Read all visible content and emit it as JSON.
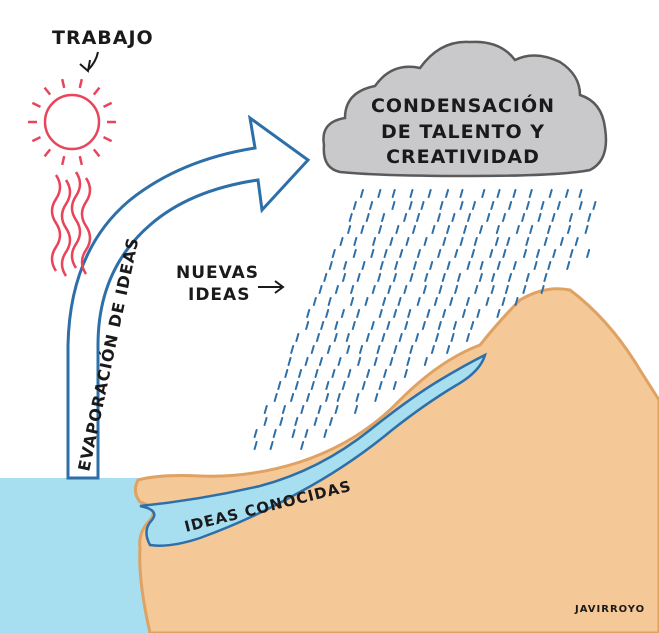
{
  "labels": {
    "work": "TRABAJO",
    "cloud_line1": "CONDENSACIÓN",
    "cloud_line2": "DE TALENTO Y",
    "cloud_line3": "CREATIVIDAD",
    "new_ideas_line1": "NUEVAS",
    "new_ideas_line2": "IDEAS",
    "evaporation": "EVAPORACIÓN DE IDEAS",
    "known_ideas": "IDEAS CONOCIDAS",
    "signature": "JAVIRROYO"
  },
  "colors": {
    "sea": "#a8dff0",
    "land": "#f4c897",
    "land_edge": "#e0a262",
    "river": "#a8dff0",
    "river_edge": "#2d6fa8",
    "cloud": "#c9c9cb",
    "cloud_edge": "#5a5a5a",
    "sun": "#e8445a",
    "heat": "#e8445a",
    "rain": "#2d6fa8",
    "arrow_edge": "#2d6fa8",
    "ink": "#1a1a1a"
  },
  "icons": {
    "sun": "sun-icon",
    "cloud": "cloud-icon",
    "rain": "rain-icon",
    "heat_waves": "heat-waves-icon"
  }
}
